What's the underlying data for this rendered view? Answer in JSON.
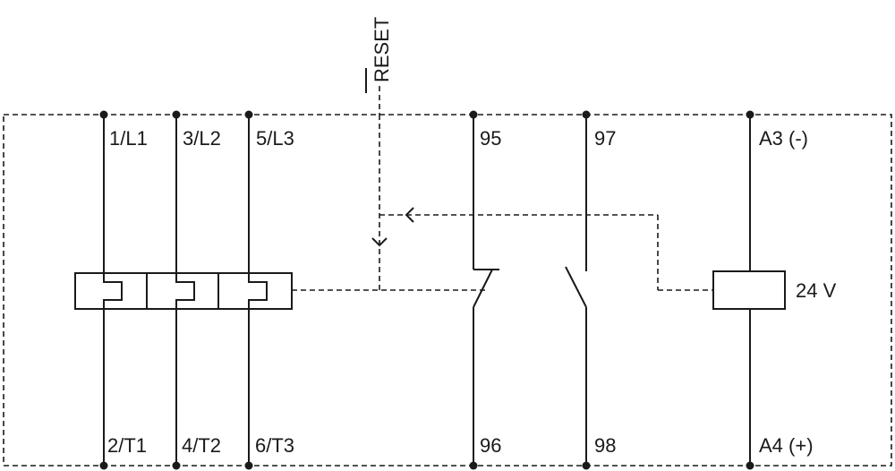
{
  "diagram": {
    "reset_label": "RESET",
    "terminals": {
      "l1": "1/L1",
      "l2": "3/L2",
      "l3": "5/L3",
      "t1": "2/T1",
      "t2": "4/T2",
      "t3": "6/T3",
      "nc_top": "95",
      "no_top": "97",
      "nc_bottom": "96",
      "no_bottom": "98",
      "coil_top": "A3 (-)",
      "coil_bottom": "A4 (+)"
    },
    "coil_voltage": "24 V"
  }
}
